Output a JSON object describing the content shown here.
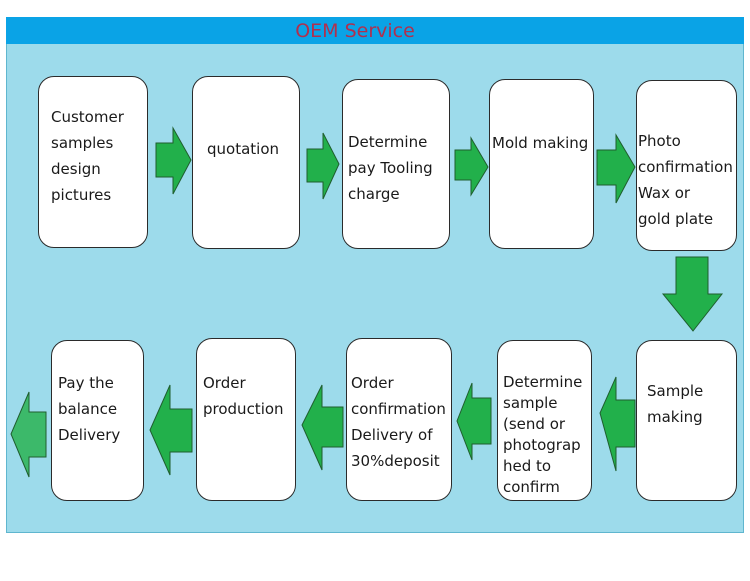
{
  "title": "OEM Service",
  "colors": {
    "header": "#0aa3e6",
    "panel": "#9ddbeb",
    "title_text": "#b0304e",
    "arrow": "#22b04b"
  },
  "steps": [
    {
      "label": "Customer\nsamples\ndesign\npictures"
    },
    {
      "label": "quotation"
    },
    {
      "label": "Determine\npay Tooling\n  charge"
    },
    {
      "label": "Mold making"
    },
    {
      "label": "Photo\nconfirmation\nWax or\ngold plate"
    },
    {
      "label": "Sample\nmaking"
    },
    {
      "label": "Determine\nsample\n(send or\nphotograp\nhed to\nconfirm"
    },
    {
      "label": "Order\nconfirmation\nDelivery of\n30%deposit"
    },
    {
      "label": "Order\nproduction"
    },
    {
      "label": "Pay the\nbalance\nDelivery"
    }
  ],
  "arrows": [
    {
      "from": 1,
      "to": 2,
      "direction": "right"
    },
    {
      "from": 2,
      "to": 3,
      "direction": "right"
    },
    {
      "from": 3,
      "to": 4,
      "direction": "right"
    },
    {
      "from": 4,
      "to": 5,
      "direction": "right"
    },
    {
      "from": 5,
      "to": 6,
      "direction": "down"
    },
    {
      "from": 6,
      "to": 7,
      "direction": "left"
    },
    {
      "from": 7,
      "to": 8,
      "direction": "left"
    },
    {
      "from": 8,
      "to": 9,
      "direction": "left"
    },
    {
      "from": 9,
      "to": 10,
      "direction": "left"
    },
    {
      "from": 10,
      "to": "end",
      "direction": "left"
    }
  ]
}
